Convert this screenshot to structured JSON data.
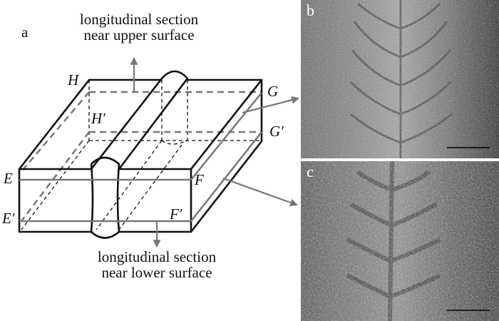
{
  "panel_a": {
    "label": "a",
    "upper_caption_line1": "longitudinal section",
    "upper_caption_line2": "near upper surface",
    "lower_caption_line1": "longitudinal section",
    "lower_caption_line2": "near lower surface",
    "vertices": {
      "H": "H",
      "H_prime": "H′",
      "G": "G",
      "G_prime": "G′",
      "E": "E",
      "E_prime": "E′",
      "F": "F",
      "F_prime": "F′"
    }
  },
  "panel_b": {
    "label": "b"
  },
  "panel_c": {
    "label": "c"
  },
  "colors": {
    "line": "#111111",
    "section": "#777777",
    "background": "#ffffff"
  }
}
